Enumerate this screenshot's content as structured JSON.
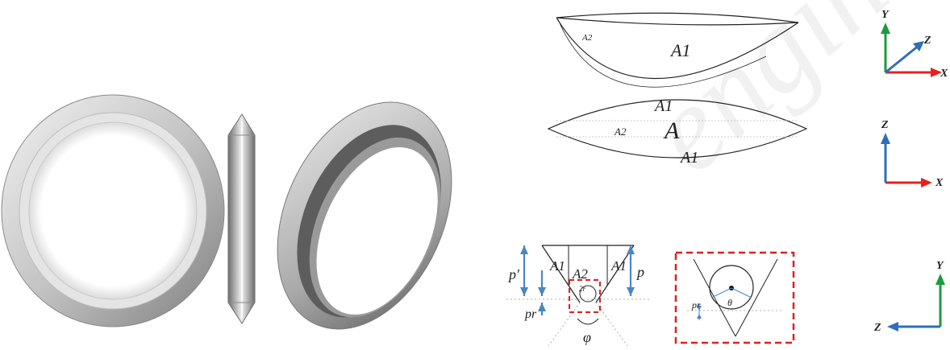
{
  "colors": {
    "axis_x": "#e8201c",
    "axis_y": "#1d9a3c",
    "axis_z": "#2f6fb5",
    "dimension_arrow": "#4a86c5",
    "dashed_box": "#dd2020",
    "ring_metal": "#c9c9c9"
  },
  "watermark": {
    "text": "engineering"
  },
  "lens_top": {
    "labels": {
      "a1": "A1",
      "a2": "A2"
    }
  },
  "lens_section": {
    "labels": {
      "a1_top": "A1",
      "a": "A",
      "a2": "A2",
      "a1_bottom": "A1"
    }
  },
  "v_section": {
    "labels": {
      "p_prime": "p'",
      "p": "p",
      "p_r": "pr",
      "phi": "φ",
      "a1_left": "A1",
      "a2": "A2",
      "a1_right": "A1",
      "two_r": "2r"
    }
  },
  "detail_view": {
    "labels": {
      "p_r": "pr",
      "theta": "θ"
    }
  },
  "axes": {
    "xyz": {
      "y": "Y",
      "z": "Z",
      "x": "X"
    },
    "xz": {
      "z": "Z",
      "x": "X"
    },
    "zy": {
      "y": "Y",
      "z": "Z"
    }
  }
}
